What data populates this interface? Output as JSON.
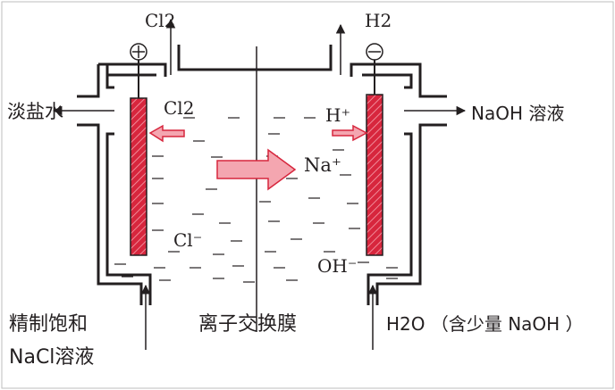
{
  "labels": {
    "cl2_out_top": "Cl2",
    "h2_out_top": "H2",
    "anode_sign": "⊕",
    "cathode_sign": "⊖",
    "dilute_brine": "淡盐水",
    "naoh_solution": "NaOH 溶液",
    "cl2_inside": "Cl2",
    "h_plus": "H⁺",
    "na_plus": "Na⁺",
    "cl_minus": "Cl⁻",
    "oh_minus": "OH⁻",
    "inlet_left_line1": "精制饱和",
    "inlet_left_line2": "NaCl溶液",
    "membrane": "离子交换膜",
    "inlet_right": "H2O （含少量 NaOH ）"
  },
  "colors": {
    "electrode": "#d7263d",
    "arrow_fill": "#f4a6b0",
    "arrow_stroke": "#d7263d",
    "line": "#231f20",
    "background": "#ffffff"
  }
}
